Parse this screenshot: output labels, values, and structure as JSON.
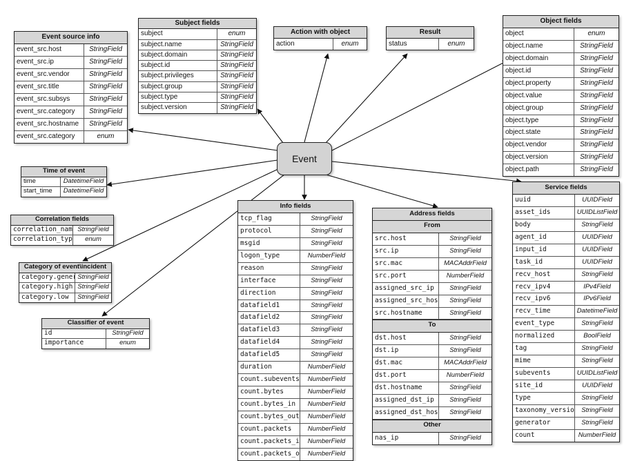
{
  "center": {
    "label": "Event"
  },
  "event_source": {
    "title": "Event source info",
    "rows": [
      [
        "event_src.host",
        "StringField"
      ],
      [
        "event_src.ip",
        "StringField"
      ],
      [
        "event_src.vendor",
        "StringField"
      ],
      [
        "event_src.title",
        "StringField"
      ],
      [
        "event_src.subsys",
        "StringField"
      ],
      [
        "event_src.category",
        "StringField"
      ],
      [
        "event_src.hostname",
        "StringField"
      ],
      [
        "event_src.category",
        "enum"
      ]
    ]
  },
  "subject": {
    "title": "Subject fields",
    "rows": [
      [
        "subject",
        "enum"
      ],
      [
        "subject.name",
        "StringField"
      ],
      [
        "subject.domain",
        "StringField"
      ],
      [
        "subject.id",
        "StringField"
      ],
      [
        "subject.privileges",
        "StringField"
      ],
      [
        "subject.group",
        "StringField"
      ],
      [
        "subject.type",
        "StringField"
      ],
      [
        "subject.version",
        "StringField"
      ]
    ]
  },
  "action": {
    "title": "Action with object",
    "rows": [
      [
        "action",
        "enum"
      ]
    ]
  },
  "result": {
    "title": "Result",
    "rows": [
      [
        "status",
        "enum"
      ]
    ]
  },
  "object": {
    "title": "Object fields",
    "rows": [
      [
        "object",
        "enum"
      ],
      [
        "object.name",
        "StringField"
      ],
      [
        "object.domain",
        "StringField"
      ],
      [
        "object.id",
        "StringField"
      ],
      [
        "object.property",
        "StringField"
      ],
      [
        "object.value",
        "StringField"
      ],
      [
        "object.group",
        "StringField"
      ],
      [
        "object.type",
        "StringField"
      ],
      [
        "object.state",
        "StringField"
      ],
      [
        "object.vendor",
        "StringField"
      ],
      [
        "object.version",
        "StringField"
      ],
      [
        "object.path",
        "StringField"
      ]
    ]
  },
  "time_of_event": {
    "title": "Time of event",
    "rows": [
      [
        "time",
        "DatetimeField"
      ],
      [
        "start_time",
        "DatetimeField"
      ]
    ]
  },
  "correlation": {
    "title": "Correlation fields",
    "rows": [
      [
        "correlation_name",
        "StringField"
      ],
      [
        "correlation_type",
        "enum"
      ]
    ]
  },
  "category": {
    "title": "Category of event\\incident",
    "rows": [
      [
        "category.generic",
        "StringField"
      ],
      [
        "category.high",
        "StringField"
      ],
      [
        "category.low",
        "StringField"
      ]
    ]
  },
  "classifier": {
    "title": "Classifier of event",
    "rows": [
      [
        "id",
        "StringField"
      ],
      [
        "importance",
        "enum"
      ]
    ]
  },
  "info": {
    "title": "Info fields",
    "rows": [
      [
        "tcp_flag",
        "StringField"
      ],
      [
        "protocol",
        "StringField"
      ],
      [
        "msgid",
        "StringField"
      ],
      [
        "logon_type",
        "NumberField"
      ],
      [
        "reason",
        "StringField"
      ],
      [
        "interface",
        "StringField"
      ],
      [
        "direction",
        "StringField"
      ],
      [
        "datafield1",
        "StringField"
      ],
      [
        "datafield2",
        "StringField"
      ],
      [
        "datafield3",
        "StringField"
      ],
      [
        "datafield4",
        "StringField"
      ],
      [
        "datafield5",
        "StringField"
      ],
      [
        "duration",
        "NumberField"
      ],
      [
        "count.subevents",
        "NumberField"
      ],
      [
        "count.bytes",
        "NumberField"
      ],
      [
        "count.bytes_in",
        "NumberField"
      ],
      [
        "count.bytes_out",
        "NumberField"
      ],
      [
        "count.packets",
        "NumberField"
      ],
      [
        "count.packets_in",
        "NumberField"
      ],
      [
        "count.packets_out",
        "NumberField"
      ]
    ]
  },
  "address": {
    "title": "Address fields",
    "sections": [
      {
        "label": "From",
        "rows": [
          [
            "src.host",
            "StringField"
          ],
          [
            "src.ip",
            "StringField"
          ],
          [
            "src.mac",
            "MACAddrField"
          ],
          [
            "src.port",
            "NumberField"
          ],
          [
            "assigned_src_ip",
            "StringField"
          ],
          [
            "assigned_src_host",
            "StringField"
          ],
          [
            "src.hostname",
            "StringField"
          ]
        ]
      },
      {
        "label": "To",
        "rows": [
          [
            "dst.host",
            "StringField"
          ],
          [
            "dst.ip",
            "StringField"
          ],
          [
            "dst.mac",
            "MACAddrField"
          ],
          [
            "dst.port",
            "NumberField"
          ],
          [
            "dst.hostname",
            "StringField"
          ],
          [
            "assigned_dst_ip",
            "StringField"
          ],
          [
            "assigned_dst_host",
            "StringField"
          ]
        ]
      },
      {
        "label": "Other",
        "rows": [
          [
            "nas_ip",
            "StringField"
          ]
        ]
      }
    ]
  },
  "service": {
    "title": "Service fields",
    "rows": [
      [
        "uuid",
        "UUIDField"
      ],
      [
        "asset_ids",
        "UUIDListField"
      ],
      [
        "body",
        "StringField"
      ],
      [
        "agent_id",
        "UUIDField"
      ],
      [
        "input_id",
        "UUIDField"
      ],
      [
        "task_id",
        "UUIDField"
      ],
      [
        "recv_host",
        "StringField"
      ],
      [
        "recv_ipv4",
        "IPv4Field"
      ],
      [
        "recv_ipv6",
        "IPv6Field"
      ],
      [
        "recv_time",
        "DatetimeField"
      ],
      [
        "event_type",
        "StringField"
      ],
      [
        "normalized",
        "BoolField"
      ],
      [
        "tag",
        "StringField"
      ],
      [
        "mime",
        "StringField"
      ],
      [
        "subevents",
        "UUIDListField"
      ],
      [
        "site_id",
        "UUIDField"
      ],
      [
        "type",
        "StringField"
      ],
      [
        "taxonomy_version",
        "StringField"
      ],
      [
        "generator",
        "StringField"
      ],
      [
        "count",
        "NumberField"
      ]
    ]
  }
}
